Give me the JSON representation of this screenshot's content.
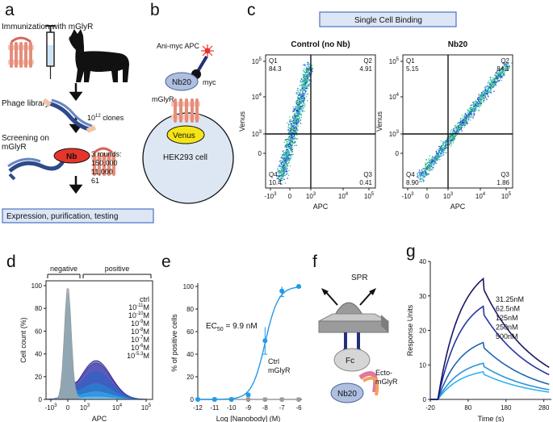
{
  "colors": {
    "blue": "#2d7fd4",
    "mglyr": "#1f9be8",
    "gray": "#9a9a9a",
    "navy": "#23238a",
    "boxfill": "#dce6f5",
    "boxstroke": "#4a72c6",
    "cell": "#dde7f4",
    "venus": "#f4e516",
    "nb": "#e8352b"
  },
  "panel_a": {
    "label": "a",
    "immunization": "Immunization with mGlyR",
    "phage": "Phage library",
    "clones": "10",
    "clones_exp": "12",
    "clones_suffix": " clones",
    "screening_1": "Screening on",
    "screening_2": "mGlyR",
    "nb": "Nb",
    "rounds_title": "3 rounds:",
    "rounds": [
      "150,000",
      "11,000",
      "61"
    ],
    "expression": "Expression, purification, testing"
  },
  "panel_b": {
    "label": "b",
    "antibody": "Ani-myc APC",
    "nb20": "Nb20",
    "myc": "myc",
    "mglyr": "mGlyR",
    "venus": "Venus",
    "cell": "HEK293 cell"
  },
  "panel_c": {
    "label": "c",
    "header": "Single Cell Binding",
    "plots": [
      {
        "title": "Control (no Nb)",
        "q1": "84.3",
        "q2": "4.91",
        "q3": "0.41",
        "q4": "10.4"
      },
      {
        "title": "Nb20",
        "q1": "5.15",
        "q2": "84.1",
        "q3": "1.86",
        "q4": "8.90"
      }
    ],
    "ylabel": "Venus",
    "xlabel": "APC",
    "qnames": [
      "Q1",
      "Q2",
      "Q3",
      "Q4"
    ],
    "yticks": [
      {
        "b": "10",
        "e": "5"
      },
      {
        "b": "10",
        "e": "4"
      },
      {
        "b": "10",
        "e": "3"
      },
      {
        "b": "0",
        "e": ""
      }
    ],
    "xticks": [
      {
        "b": "-10",
        "e": "3"
      },
      {
        "b": "0",
        "e": ""
      },
      {
        "b": "10",
        "e": "3"
      },
      {
        "b": "10",
        "e": "4"
      },
      {
        "b": "10",
        "e": "5"
      }
    ]
  },
  "panel_d": {
    "label": "d",
    "ylabel": "Cell count (%)",
    "xlabel": "APC",
    "negative": "negative",
    "positive": "positive",
    "yticks": [
      "0",
      "20",
      "40",
      "60",
      "80",
      "100"
    ],
    "xticks": [
      {
        "b": "-10",
        "e": "3"
      },
      {
        "b": "0",
        "e": ""
      },
      {
        "b": "10",
        "e": "3"
      },
      {
        "b": "10",
        "e": "4"
      },
      {
        "b": "10",
        "e": "5"
      }
    ],
    "legend": [
      {
        "b": "ctrl",
        "e": "",
        "color": "#9a9a9a"
      },
      {
        "b": "10",
        "e": "-11",
        "s": "M",
        "color": "#8ccdf2"
      },
      {
        "b": "10",
        "e": "-10",
        "s": "M",
        "color": "#6cbdee"
      },
      {
        "b": "10",
        "e": "-9",
        "s": "M",
        "color": "#3aa6e6"
      },
      {
        "b": "10",
        "e": "-8",
        "s": "M",
        "color": "#2485d6"
      },
      {
        "b": "10",
        "e": "-7",
        "s": "M",
        "color": "#2a62c4"
      },
      {
        "b": "10",
        "e": "-6",
        "s": "M",
        "color": "#3c38b4"
      },
      {
        "b": "10",
        "e": "-5.3",
        "s": "M",
        "color": "#2a1f86"
      }
    ]
  },
  "panel_e": {
    "label": "e",
    "ec50": "EC",
    "ec50_sub": "50",
    "ec50_val": " = 9.9 nM",
    "legend_ctrl": "Ctrl",
    "legend_mglyr": "mGlyR"
  },
  "panel_f": {
    "label": "f",
    "spr": "SPR",
    "fc": "Fc",
    "nb20": "Nb20",
    "ecto_1": "Ecto-",
    "ecto_2": "mGlyR"
  },
  "panel_g": {
    "label": "g"
  },
  "chart_data": [
    {
      "type": "scatter",
      "xlabel": "Log [Nanobody] (M)",
      "ylabel": "% of positive cells",
      "xlim": [
        -12,
        -6
      ],
      "ylim": [
        0,
        100
      ],
      "xticks": [
        -12,
        -11,
        -10,
        -9,
        -8,
        -7,
        -6
      ],
      "yticks": [
        0,
        20,
        40,
        60,
        80,
        100
      ],
      "series": [
        {
          "name": "Ctrl",
          "color": "#9a9a9a",
          "x": [
            -12,
            -11,
            -10,
            -9,
            -8,
            -7,
            -6
          ],
          "y": [
            0,
            0,
            0,
            0,
            0,
            0,
            0
          ]
        },
        {
          "name": "mGlyR",
          "color": "#1f9be8",
          "x": [
            -12,
            -11,
            -10,
            -9,
            -8,
            -7,
            -6
          ],
          "y": [
            0,
            0,
            0,
            4,
            52,
            96,
            100
          ],
          "err": [
            0,
            0,
            0,
            0,
            12,
            5,
            1
          ]
        }
      ],
      "fit": {
        "ec50_log": -8.0,
        "top": 100,
        "bottom": 0
      }
    },
    {
      "type": "line",
      "xlabel": "Time (s)",
      "ylabel": "Response Units",
      "xlim": [
        -20,
        300
      ],
      "ylim": [
        0,
        40
      ],
      "xticks": [
        -20,
        80,
        180,
        280
      ],
      "yticks": [
        0,
        10,
        20,
        30,
        40
      ],
      "injection_end": 120,
      "series": [
        {
          "name": "31.25nM",
          "color": "#33b3ef",
          "plateau": 8
        },
        {
          "name": "62.5nM",
          "color": "#2a93db",
          "plateau": 10.5
        },
        {
          "name": "125nM",
          "color": "#1f64b2",
          "plateau": 16.5
        },
        {
          "name": "250nM",
          "color": "#2735a4",
          "plateau": 27
        },
        {
          "name": "500nM",
          "color": "#1a1466",
          "plateau": 35
        }
      ]
    }
  ]
}
